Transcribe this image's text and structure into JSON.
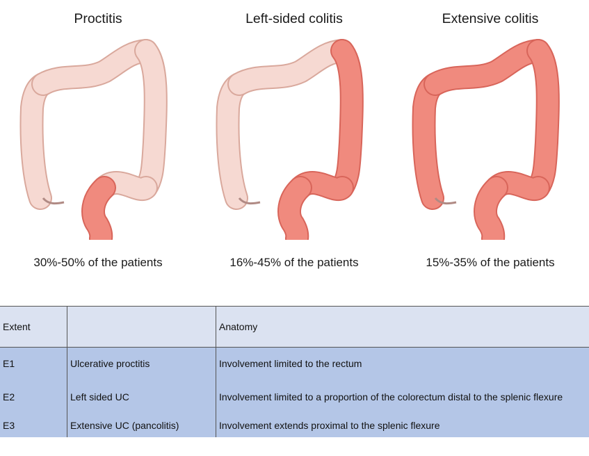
{
  "panels": [
    {
      "title": "Proctitis",
      "caption": "30%-50% of the patients",
      "inflamed": "rectum"
    },
    {
      "title": "Left-sided colitis",
      "caption": "16%-45% of the patients",
      "inflamed": "left"
    },
    {
      "title": "Extensive colitis",
      "caption": "15%-35% of the patients",
      "inflamed": "all"
    }
  ],
  "colors": {
    "healthy": "#f6d9d2",
    "healthy_stroke": "#d9a89c",
    "inflamed": "#f08a7e",
    "inflamed_stroke": "#d8655a"
  },
  "table": {
    "headers": [
      "Extent",
      "",
      "Anatomy"
    ],
    "rows": [
      [
        "E1",
        "Ulcerative proctitis",
        "Involvement limited to the rectum"
      ],
      [
        "E2",
        "Left sided UC",
        "Involvement limited to a proportion of the colorectum distal to the splenic flexure"
      ],
      [
        "E3",
        "Extensive UC (pancolitis)",
        "Involvement extends proximal to the splenic flexure"
      ]
    ]
  }
}
